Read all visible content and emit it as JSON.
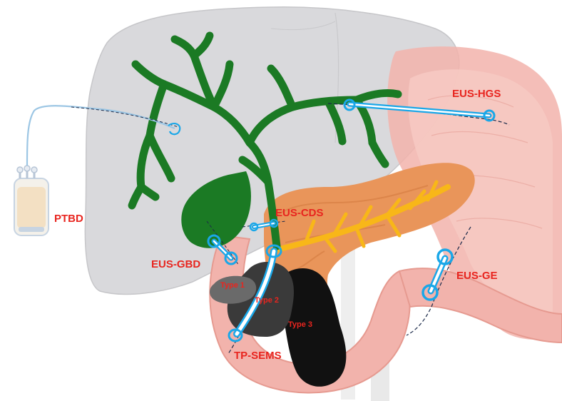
{
  "labels": {
    "ptbd": "PTBD",
    "eus_hgs": "EUS-HGS",
    "eus_cds": "EUS-CDS",
    "eus_gbd": "EUS-GBD",
    "eus_ge": "EUS-GE",
    "tp_sems": "TP-SEMS",
    "type1": "Type 1",
    "type2": "Type 2",
    "type3": "Type 3"
  },
  "colors": {
    "label_red": "#e8251f",
    "liver": "#d9d9dc",
    "biliary": "#1b7a24",
    "pancreas": "#e9955a",
    "pancreatic_duct": "#f8b718",
    "stomach_duodenum": "#f2b3ac",
    "stent_blue": "#1aa7e8",
    "tumor_dark": "#111111",
    "tumor_mid": "#3a3a3a",
    "tumor_light": "#6a6a6a"
  }
}
